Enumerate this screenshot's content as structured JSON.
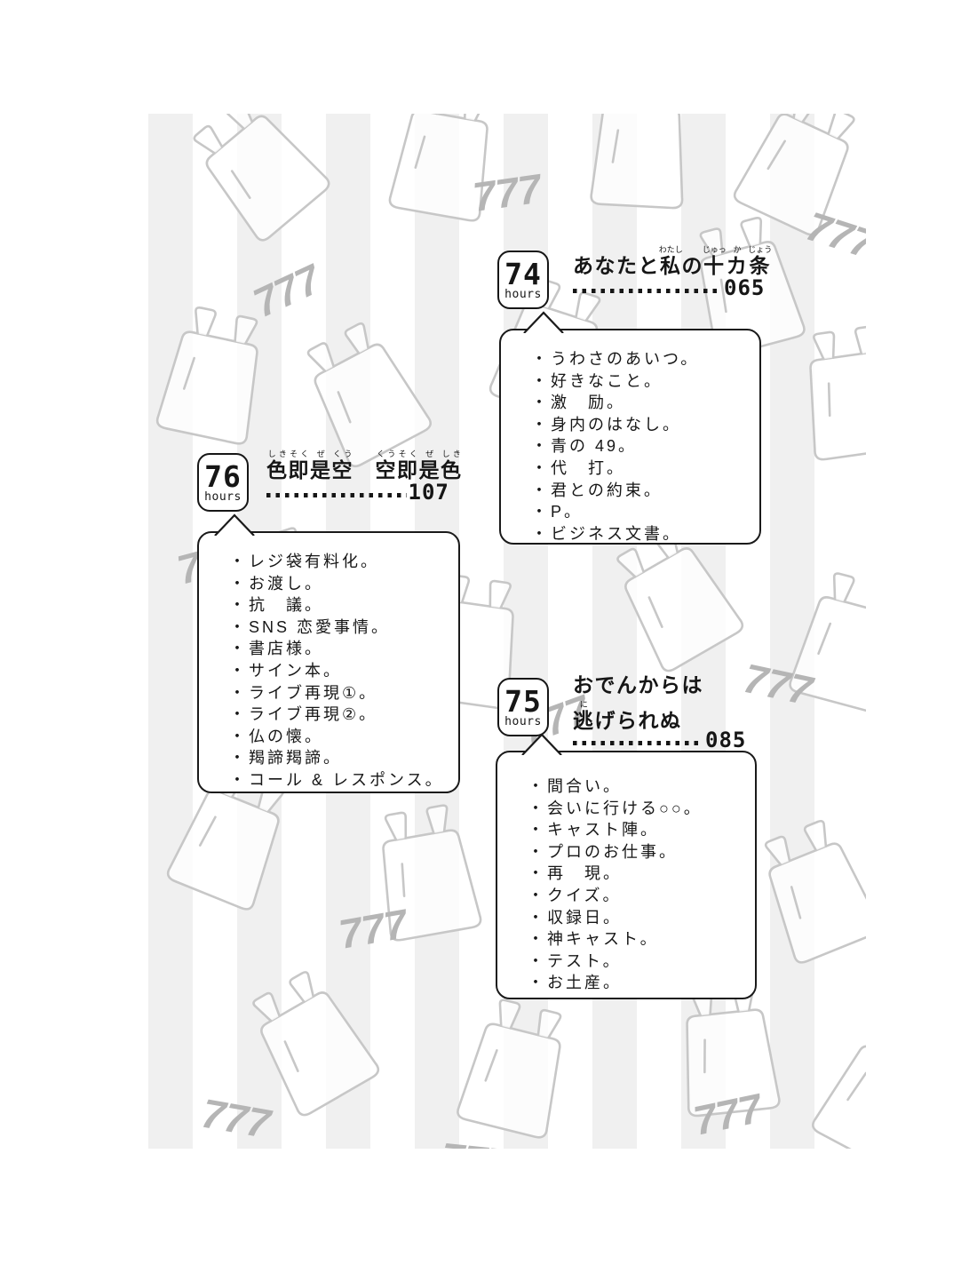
{
  "background": {
    "bag_text": "777",
    "stripe_color": "#f0f0f0",
    "bag_line_color": "#c7c7c7",
    "bag_text_color": "#b5b5b5"
  },
  "sections": [
    {
      "hours_value": "74",
      "hours_label": "hours",
      "title_lines": [
        [
          {
            "b": "あなたと"
          },
          {
            "b": "私",
            "r": "わたし"
          },
          {
            "b": "の"
          },
          {
            "b": "十",
            "r": "じゅっ"
          },
          {
            "b": "カ",
            "r": "か"
          },
          {
            "b": "条",
            "r": "じょう"
          }
        ]
      ],
      "leader_dots": 16,
      "page_number": "065",
      "items": [
        "うわさのあいつ。",
        "好きなこと。",
        "激　励。",
        "身内のはなし。",
        "青の 49。",
        "代　打。",
        "君との約束。",
        "P。",
        "ビジネス文書。"
      ]
    },
    {
      "hours_value": "76",
      "hours_label": "hours",
      "title_lines": [
        [
          {
            "b": "色",
            "r": "しき"
          },
          {
            "b": "即",
            "r": "そく"
          },
          {
            "b": "是",
            "r": "ぜ"
          },
          {
            "b": "空",
            "r": "くう"
          },
          {
            "b": "　"
          },
          {
            "b": "空",
            "r": "くう"
          },
          {
            "b": "即",
            "r": "そく"
          },
          {
            "b": "是",
            "r": "ぜ"
          },
          {
            "b": "色",
            "r": "しき"
          }
        ]
      ],
      "leader_dots": 15,
      "page_number": "107",
      "items": [
        "レジ袋有料化。",
        "お渡し。",
        "抗　議。",
        "SNS 恋愛事情。",
        "書店様。",
        "サイン本。",
        "ライブ再現①。",
        "ライブ再現②。",
        "仏の懐。",
        "羯諦羯諦。",
        "コール & レスポンス。"
      ]
    },
    {
      "hours_value": "75",
      "hours_label": "hours",
      "title_lines": [
        [
          {
            "b": "おでんからは"
          }
        ],
        [
          {
            "b": "逃",
            "r": "に"
          },
          {
            "b": "げられぬ"
          }
        ]
      ],
      "leader_dots": 14,
      "page_number": "085",
      "items": [
        "間合い。",
        "会いに行ける○○。",
        "キャスト陣。",
        "プロのお仕事。",
        "再　現。",
        "クイズ。",
        "収録日。",
        "神キャスト。",
        "テスト。",
        "お土産。"
      ]
    }
  ]
}
